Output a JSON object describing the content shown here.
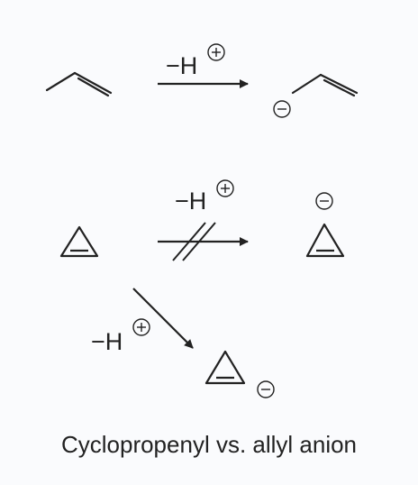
{
  "reagent_label": "−H",
  "plus_sign": "+",
  "caption": "Cyclopropenyl vs. allyl anion",
  "colors": {
    "ink": "#222222",
    "background": "#fafbfd"
  },
  "icons": {
    "charge_positive": "circled-plus-icon",
    "charge_negative": "circled-minus-icon",
    "blocked_arrow": "crossed-reaction-arrow"
  }
}
